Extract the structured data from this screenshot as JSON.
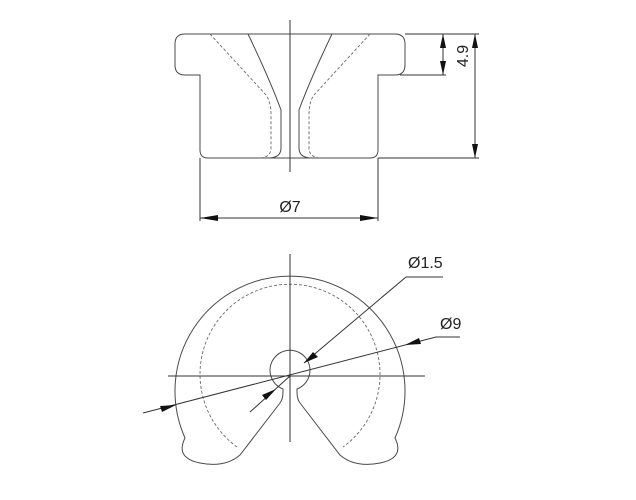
{
  "top_view": {
    "dimension_diameter": "Ø7",
    "dimension_height": "4.9"
  },
  "bottom_view": {
    "dimension_hole": "Ø1.5",
    "dimension_outer": "Ø9"
  }
}
